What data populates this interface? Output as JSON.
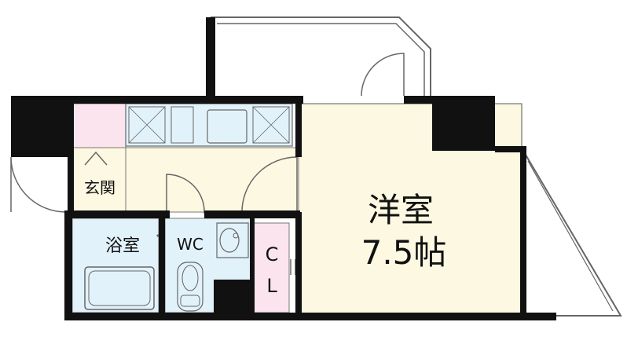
{
  "rooms": {
    "western_room": {
      "name": "洋室",
      "size": "7.5帖"
    },
    "entrance": {
      "name": "玄関"
    },
    "bathroom": {
      "name": "浴室"
    },
    "toilet": {
      "name": "WC"
    },
    "closet": {
      "line1": "C",
      "line2": "L"
    }
  },
  "colors": {
    "wall": "#111111",
    "western_room_floor": "#fdf8e1",
    "kitchen_floor": "#fdf8e1",
    "wet_area_floor": "#e2f2fb",
    "entrance_floor": "#fbe4ee",
    "closet_floor": "#fbe4ee",
    "outline": "#666666"
  }
}
